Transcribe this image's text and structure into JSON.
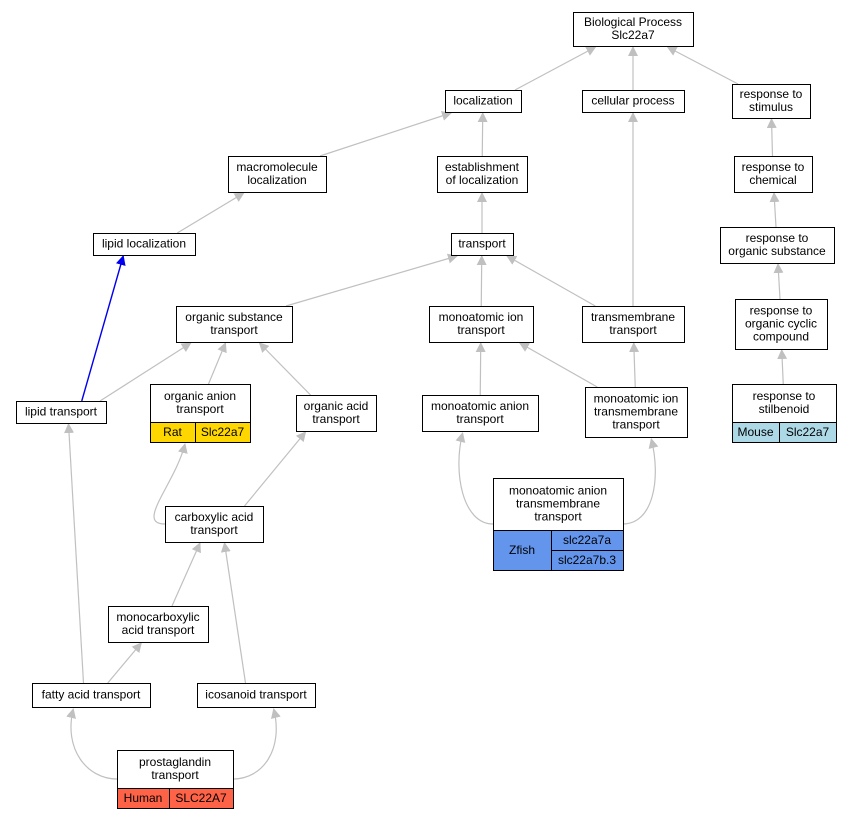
{
  "colors": {
    "edge": "#c0c0c0",
    "highlight_edge": "#0000ee",
    "node_border": "#000000",
    "node_fill": "#ffffff",
    "rat": "#ffd700",
    "zfish": "#6495ed",
    "mouse": "#add8e6",
    "human": "#ff6347"
  },
  "nodes": {
    "bp": "Biological Process\nSlc22a7",
    "localization": "localization",
    "cellular_process": "cellular process",
    "response_stimulus": "response to\nstimulus",
    "macromolecule_localization": "macromolecule\nlocalization",
    "establishment_localization": "establishment\nof localization",
    "response_chemical": "response to\nchemical",
    "lipid_localization": "lipid localization",
    "transport": "transport",
    "response_organic_substance": "response to\norganic substance",
    "organic_substance_transport": "organic substance\ntransport",
    "monoatomic_ion_transport": "monoatomic ion\ntransport",
    "transmembrane_transport": "transmembrane\ntransport",
    "response_organic_cyclic": "response to\norganic cyclic\ncompound",
    "lipid_transport": "lipid transport",
    "organic_anion_transport": "organic anion\ntransport",
    "organic_acid_transport": "organic acid\ntransport",
    "monoatomic_anion_transport": "monoatomic anion\ntransport",
    "monoatomic_ion_transmembrane": "monoatomic ion\ntransmembrane\ntransport",
    "response_stilbenoid": "response to\nstilbenoid",
    "monoatomic_anion_transmembrane": "monoatomic anion\ntransmembrane\ntransport",
    "carboxylic_acid_transport": "carboxylic acid\ntransport",
    "monocarboxylic_acid_transport": "monocarboxylic\nacid transport",
    "fatty_acid_transport": "fatty acid transport",
    "icosanoid_transport": "icosanoid transport",
    "prostaglandin_transport": "prostaglandin\ntransport"
  },
  "annotations": {
    "organic_anion_transport": {
      "species": "Rat",
      "genes": [
        "Slc22a7"
      ],
      "color": "#ffd700"
    },
    "response_stilbenoid": {
      "species": "Mouse",
      "genes": [
        "Slc22a7"
      ],
      "color": "#add8e6"
    },
    "monoatomic_anion_transmembrane": {
      "species": "Zfish",
      "genes": [
        "slc22a7a",
        "slc22a7b.3"
      ],
      "color": "#6495ed"
    },
    "prostaglandin_transport": {
      "species": "Human",
      "genes": [
        "SLC22A7"
      ],
      "color": "#ff6347"
    }
  }
}
